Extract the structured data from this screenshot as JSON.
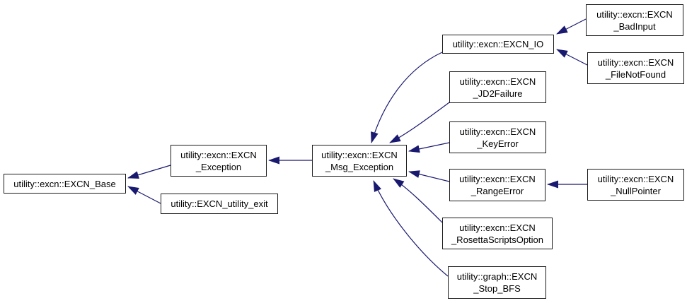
{
  "diagram": {
    "type": "class-inheritance-graph",
    "background": "#ffffff",
    "edge_color": "#191970",
    "node_border_color": "#1a1a1a",
    "node_fill": "#ffffff",
    "text_color": "#000000",
    "nodes": [
      {
        "id": "excn-base",
        "label": "utility::excn::EXCN_Base"
      },
      {
        "id": "excn-exception",
        "label": "utility::excn::EXCN\n_Exception"
      },
      {
        "id": "excn-utility-exit",
        "label": "utility::EXCN_utility_exit"
      },
      {
        "id": "excn-msg-exception",
        "label": "utility::excn::EXCN\n_Msg_Exception"
      },
      {
        "id": "excn-io",
        "label": "utility::excn::EXCN_IO"
      },
      {
        "id": "excn-badinput",
        "label": "utility::excn::EXCN\n_BadInput"
      },
      {
        "id": "excn-filenotfound",
        "label": "utility::excn::EXCN\n_FileNotFound"
      },
      {
        "id": "excn-jd2failure",
        "label": "utility::excn::EXCN\n_JD2Failure"
      },
      {
        "id": "excn-keyerror",
        "label": "utility::excn::EXCN\n_KeyError"
      },
      {
        "id": "excn-rangeerror",
        "label": "utility::excn::EXCN\n_RangeError"
      },
      {
        "id": "excn-nullpointer",
        "label": "utility::excn::EXCN\n_NullPointer"
      },
      {
        "id": "excn-rosettascriptsoption",
        "label": "utility::excn::EXCN\n_RosettaScriptsOption"
      },
      {
        "id": "graph-excn-stop-bfs",
        "label": "utility::graph::EXCN\n_Stop_BFS"
      }
    ],
    "edges": [
      {
        "from": "excn-exception",
        "to": "excn-base"
      },
      {
        "from": "excn-utility-exit",
        "to": "excn-base"
      },
      {
        "from": "excn-msg-exception",
        "to": "excn-exception"
      },
      {
        "from": "excn-io",
        "to": "excn-msg-exception"
      },
      {
        "from": "excn-jd2failure",
        "to": "excn-msg-exception"
      },
      {
        "from": "excn-keyerror",
        "to": "excn-msg-exception"
      },
      {
        "from": "excn-rangeerror",
        "to": "excn-msg-exception"
      },
      {
        "from": "excn-rosettascriptsoption",
        "to": "excn-msg-exception"
      },
      {
        "from": "graph-excn-stop-bfs",
        "to": "excn-msg-exception"
      },
      {
        "from": "excn-badinput",
        "to": "excn-io"
      },
      {
        "from": "excn-filenotfound",
        "to": "excn-io"
      },
      {
        "from": "excn-nullpointer",
        "to": "excn-rangeerror"
      }
    ]
  }
}
